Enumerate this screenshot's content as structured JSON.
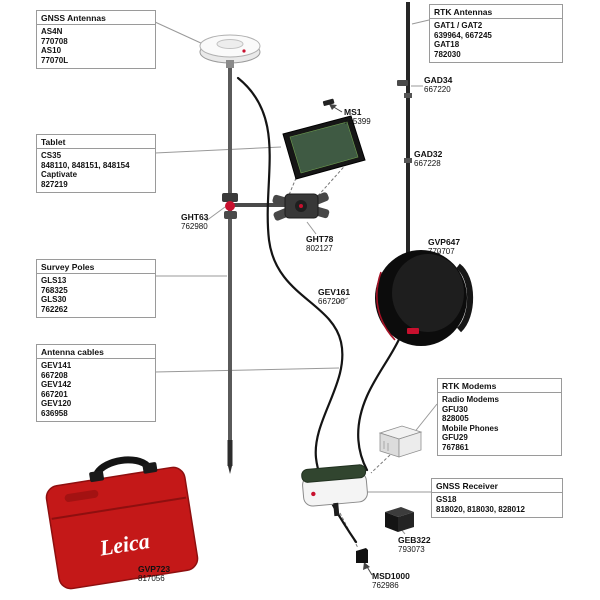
{
  "boxes": {
    "gnss_antennas": {
      "title": "GNSS Antennas",
      "lines": [
        "AS4N",
        "770708",
        "AS10",
        "77070L"
      ]
    },
    "rtk_antennas": {
      "title": "RTK Antennas",
      "lines": [
        "GAT1 / GAT2",
        "639964, 667245",
        "GAT18",
        "782030"
      ]
    },
    "tablet": {
      "title": "Tablet",
      "lines": [
        "CS35",
        "848110, 848151, 848154",
        "Captivate",
        "827219"
      ]
    },
    "survey_poles": {
      "title": "Survey Poles",
      "lines": [
        "GLS13",
        "768325",
        "GLS30",
        "762262"
      ]
    },
    "antenna_cables": {
      "title": "Antenna cables",
      "lines": [
        "GEV141",
        "667208",
        "GEV142",
        "667201",
        "GEV120",
        "636958"
      ]
    },
    "rtk_modems": {
      "title": "RTK Modems",
      "lines": [
        "Radio Modems",
        "GFU30",
        "828005",
        "Mobile Phones",
        "GFU29",
        "767861"
      ]
    },
    "gnss_receiver": {
      "title": "GNSS Receiver",
      "lines": [
        "GS18",
        "818020, 818030, 828012"
      ]
    }
  },
  "part_labels": {
    "ms1": {
      "code": "MS1",
      "number": "765399"
    },
    "ght63": {
      "code": "GHT63",
      "number": "762980"
    },
    "ght78": {
      "code": "GHT78",
      "number": "802127"
    },
    "gad34": {
      "code": "GAD34",
      "number": "667220"
    },
    "gad32": {
      "code": "GAD32",
      "number": "667228"
    },
    "gvp647": {
      "code": "GVP647",
      "number": "770707"
    },
    "gev161": {
      "code": "GEV161",
      "number": "667200"
    },
    "geb322": {
      "code": "GEB322",
      "number": "793073"
    },
    "msd1000": {
      "code": "MSD1000",
      "number": "762986"
    },
    "gvp723": {
      "code": "GVP723",
      "number": "817056"
    }
  },
  "illustration": {
    "case_logo": "Leica"
  },
  "colors": {
    "leica_red": "#c8102e",
    "case_red": "#c41818",
    "box_border": "#9a9a9a",
    "connector_gray": "#8c8c8c",
    "cable_black": "#141414"
  }
}
